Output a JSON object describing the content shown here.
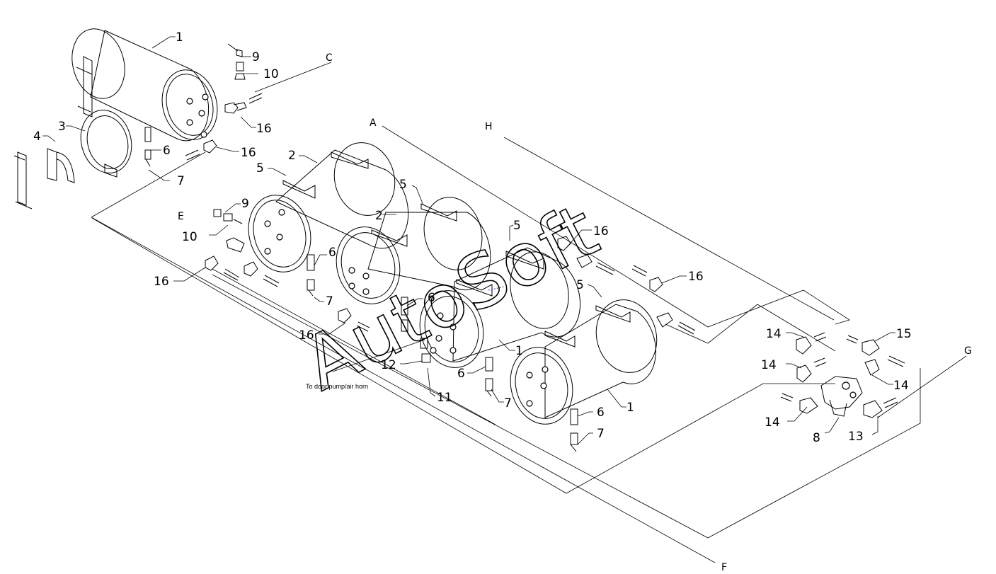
{
  "diagram": {
    "watermark": "AutoSoft",
    "note": "To door pump/air horn",
    "line_letters": {
      "a": "A",
      "c": "C",
      "e": "E",
      "f": "F",
      "g": "G",
      "h": "H"
    },
    "callouts": {
      "c1_tank_top": "1",
      "c1_tank_mid": "1",
      "c1_tank_right": "1",
      "c2_tank_a": "2",
      "c2_tank_b": "2",
      "c3": "3",
      "c4": "4",
      "c5_a": "5",
      "c5_b": "5",
      "c5_c": "5",
      "c5_d": "5",
      "c6_a": "6",
      "c6_b": "6",
      "c6_c": "6",
      "c6_d": "6",
      "c6_e": "6",
      "c7_a": "7",
      "c7_b": "7",
      "c7_c": "7",
      "c7_d": "7",
      "c8": "8",
      "c9_a": "9",
      "c9_b": "9",
      "c10_a": "10",
      "c10_b": "10",
      "c11": "11",
      "c12": "12",
      "c13": "13",
      "c14_a": "14",
      "c14_b": "14",
      "c14_c": "14",
      "c14_d": "14",
      "c15": "15",
      "c16_a": "16",
      "c16_b": "16",
      "c16_c": "16",
      "c16_d": "16",
      "c16_e": "16",
      "c16_f": "16"
    }
  }
}
